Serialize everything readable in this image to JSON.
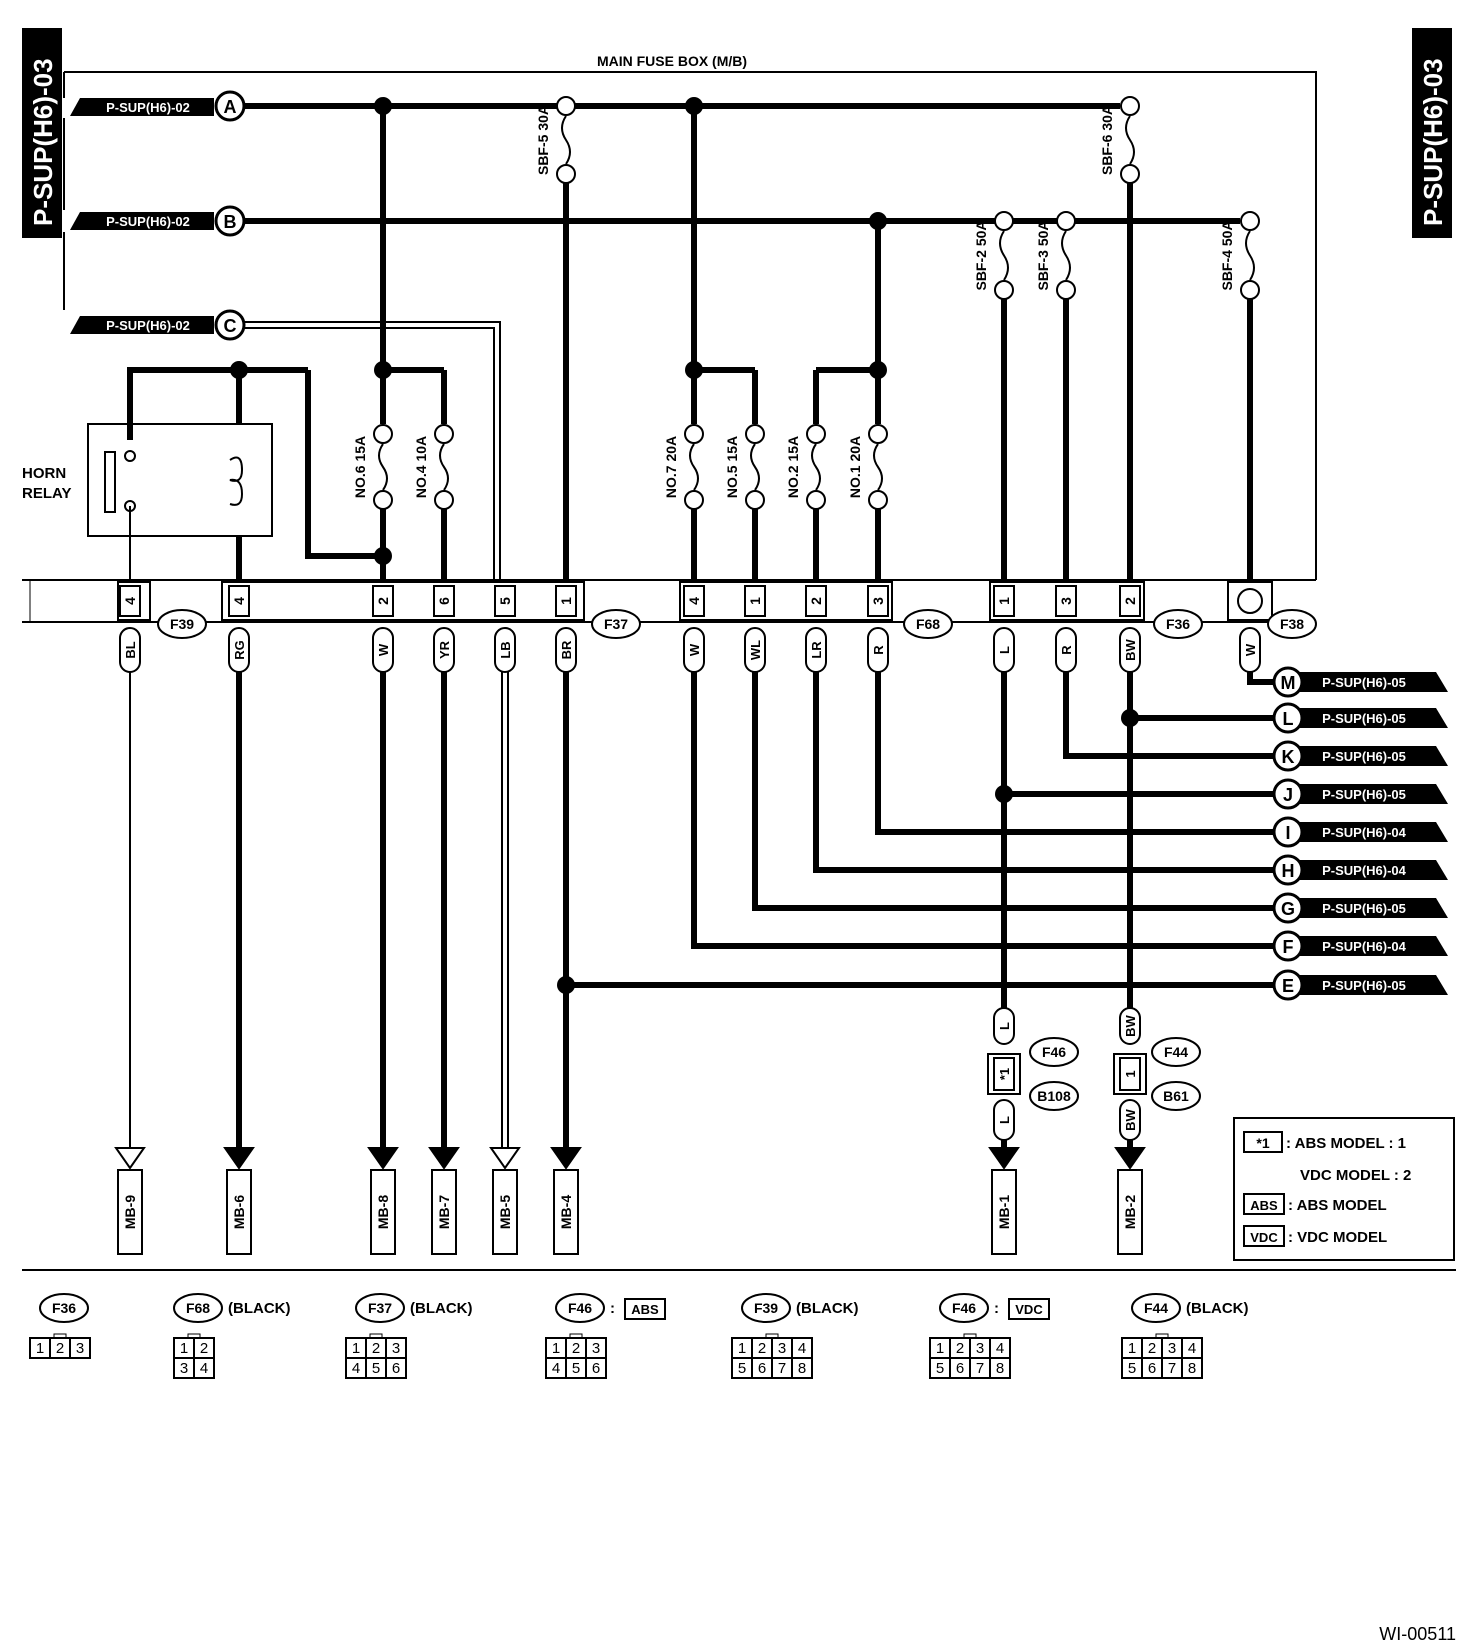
{
  "sheet": {
    "page_code": "P-SUP(H6)-03",
    "figure_id": "WI-00511",
    "main_fuse_box_label": "MAIN FUSE BOX (M/B)",
    "horn_relay_line1": "HORN",
    "horn_relay_line2": "RELAY"
  },
  "inputs": [
    {
      "letter": "A",
      "ref": "P-SUP(H6)-02"
    },
    {
      "letter": "B",
      "ref": "P-SUP(H6)-02"
    },
    {
      "letter": "C",
      "ref": "P-SUP(H6)-02"
    }
  ],
  "fuses": [
    {
      "label": "SBF-5 30A"
    },
    {
      "label": "SBF-6 30A"
    },
    {
      "label": "SBF-2 50A"
    },
    {
      "label": "SBF-3 50A"
    },
    {
      "label": "SBF-4 50A"
    },
    {
      "label": "NO.6 15A"
    },
    {
      "label": "NO.4 10A"
    },
    {
      "label": "NO.7 20A"
    },
    {
      "label": "NO.5 15A"
    },
    {
      "label": "NO.2 15A"
    },
    {
      "label": "NO.1 20A"
    }
  ],
  "connectors": [
    "F39",
    "F37",
    "F68",
    "F36",
    "F38",
    "F46",
    "F44",
    "B108",
    "B61"
  ],
  "pins": [
    "4",
    "4",
    "2",
    "6",
    "5",
    "1",
    "4",
    "1",
    "2",
    "3",
    "1",
    "3",
    "2"
  ],
  "wire_colors": [
    "BL",
    "RG",
    "W",
    "YR",
    "LB",
    "BR",
    "W",
    "WL",
    "LR",
    "R",
    "L",
    "R",
    "BW",
    "W"
  ],
  "mid_wires": [
    "L",
    "L",
    "BW",
    "BW"
  ],
  "mid_pins": [
    "*1",
    "1"
  ],
  "outputs": [
    {
      "letter": "M",
      "ref": "P-SUP(H6)-05"
    },
    {
      "letter": "L",
      "ref": "P-SUP(H6)-05"
    },
    {
      "letter": "K",
      "ref": "P-SUP(H6)-05"
    },
    {
      "letter": "J",
      "ref": "P-SUP(H6)-05"
    },
    {
      "letter": "I",
      "ref": "P-SUP(H6)-04"
    },
    {
      "letter": "H",
      "ref": "P-SUP(H6)-04"
    },
    {
      "letter": "G",
      "ref": "P-SUP(H6)-05"
    },
    {
      "letter": "F",
      "ref": "P-SUP(H6)-04"
    },
    {
      "letter": "E",
      "ref": "P-SUP(H6)-05"
    }
  ],
  "mb_terminals": [
    "MB-9",
    "MB-6",
    "MB-8",
    "MB-7",
    "MB-5",
    "MB-4",
    "MB-1",
    "MB-2"
  ],
  "legend": {
    "star_key": "*1",
    "abs_line": ": ABS MODEL   : 1",
    "vdc_line": "VDC MODEL   : 2",
    "abs_tag": "ABS",
    "abs_text": ": ABS MODEL",
    "vdc_tag": "VDC",
    "vdc_text": ": VDC MODEL"
  },
  "connector_views": [
    {
      "name": "F36",
      "note": "",
      "tag": "",
      "rows": [
        [
          "1",
          "2",
          "3"
        ]
      ]
    },
    {
      "name": "F68",
      "note": "(BLACK)",
      "tag": "",
      "rows": [
        [
          "1",
          "2"
        ],
        [
          "3",
          "4"
        ]
      ]
    },
    {
      "name": "F37",
      "note": "(BLACK)",
      "tag": "",
      "rows": [
        [
          "1",
          "2",
          "3"
        ],
        [
          "4",
          "5",
          "6"
        ]
      ]
    },
    {
      "name": "F46",
      "note": ":",
      "tag": "ABS",
      "rows": [
        [
          "1",
          "2",
          "3"
        ],
        [
          "4",
          "5",
          "6"
        ]
      ]
    },
    {
      "name": "F39",
      "note": "(BLACK)",
      "tag": "",
      "rows": [
        [
          "1",
          "2",
          "3",
          "4"
        ],
        [
          "5",
          "6",
          "7",
          "8"
        ]
      ]
    },
    {
      "name": "F46",
      "note": ":",
      "tag": "VDC",
      "rows": [
        [
          "1",
          "2",
          "3",
          "4"
        ],
        [
          "5",
          "6",
          "7",
          "8"
        ]
      ]
    },
    {
      "name": "F44",
      "note": "(BLACK)",
      "tag": "",
      "rows": [
        [
          "1",
          "2",
          "3",
          "4"
        ],
        [
          "5",
          "6",
          "7",
          "8"
        ]
      ]
    }
  ]
}
